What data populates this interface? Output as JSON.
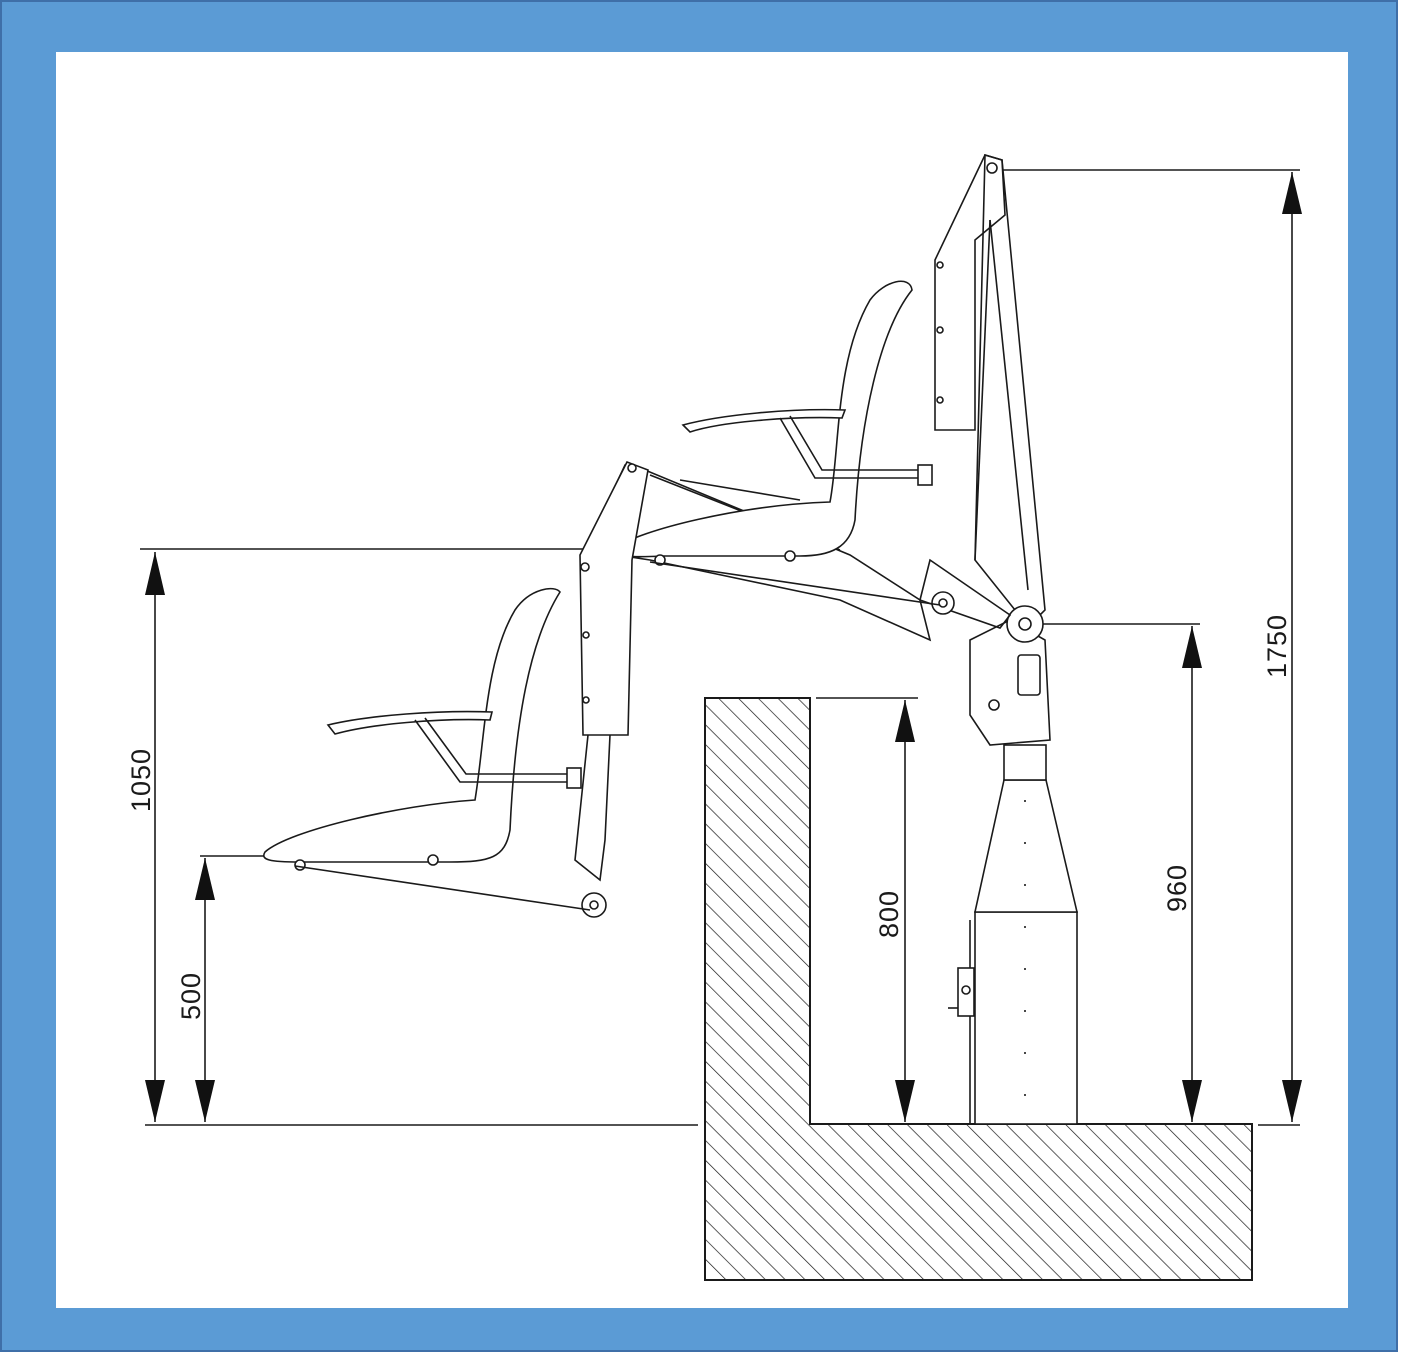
{
  "colors": {
    "frame": "#5b9bd5",
    "frame_edge": "#3f6fa8",
    "ink": "#1a1a1a",
    "paper": "#ffffff"
  },
  "dimensions": {
    "d1750": "1750",
    "d1050": "1050",
    "d960": "960",
    "d800": "800",
    "d500": "500"
  }
}
